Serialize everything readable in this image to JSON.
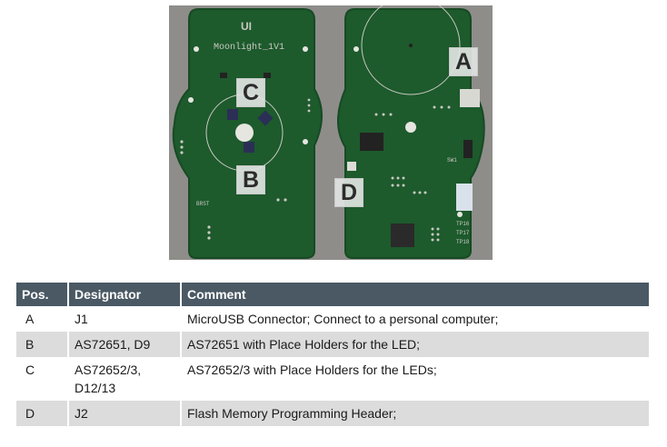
{
  "photo": {
    "board_label": "Moonlight_1V1",
    "logo_text": "UI",
    "callouts": [
      "A",
      "B",
      "C",
      "D"
    ],
    "silkscreen": [
      "BRST",
      "TP16",
      "TP17",
      "TP18",
      "SW1"
    ],
    "colors": {
      "pcb": "#1d5a2c",
      "pcb_dark": "#174a24",
      "pad": "#c9c9c1",
      "chip": "#222222",
      "background": "#8e8d8a"
    }
  },
  "table": {
    "headers": [
      "Pos.",
      "Designator",
      "Comment"
    ],
    "rows": [
      {
        "pos": "A",
        "designator": "J1",
        "comment": "MicroUSB Connector; Connect to a personal computer;"
      },
      {
        "pos": "B",
        "designator": "AS72651, D9",
        "comment": "AS72651 with Place Holders for the LED;"
      },
      {
        "pos": "C",
        "designator": "AS72652/3, D12/13",
        "comment": "AS72652/3 with Place Holders for the LEDs;"
      },
      {
        "pos": "D",
        "designator": "J2",
        "comment": "Flash Memory Programming Header;"
      }
    ],
    "colors": {
      "header_bg": "#4a5964",
      "header_text": "#ffffff",
      "shade_row": "#dcdcdc"
    }
  }
}
